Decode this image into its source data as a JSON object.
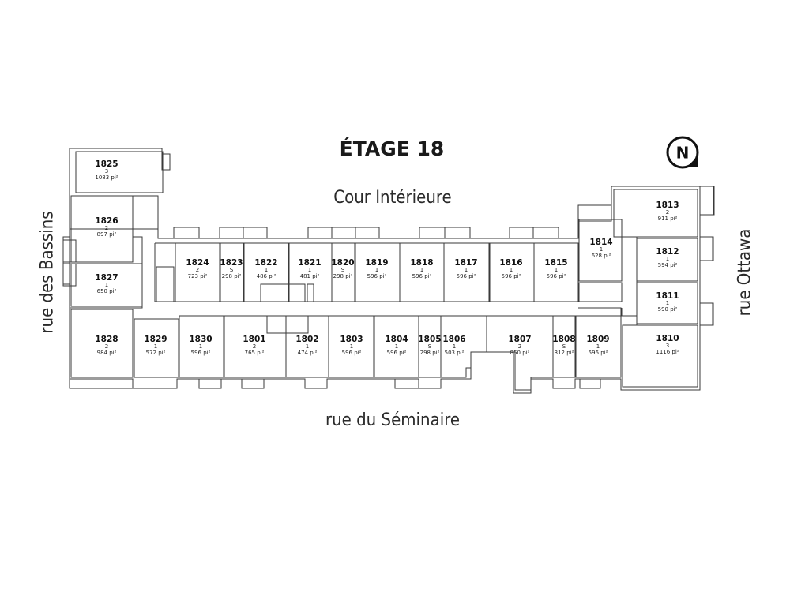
{
  "floor_title": "ÉTAGE 18",
  "streets": {
    "top": "Cour Intérieure",
    "bottom": "rue du Séminaire",
    "left": "rue des Bassins",
    "right": "rue Ottawa"
  },
  "compass_label": "N",
  "units": [
    {
      "num": "1825",
      "type": "3",
      "area": "1083 pi²"
    },
    {
      "num": "1826",
      "type": "2",
      "area": "897 pi²"
    },
    {
      "num": "1827",
      "type": "1",
      "area": "650 pi²"
    },
    {
      "num": "1828",
      "type": "2",
      "area": "984 pi²"
    },
    {
      "num": "1824",
      "type": "2",
      "area": "723 pi²"
    },
    {
      "num": "1823",
      "type": "S",
      "area": "298 pi²"
    },
    {
      "num": "1822",
      "type": "1",
      "area": "486 pi²"
    },
    {
      "num": "1821",
      "type": "1",
      "area": "481 pi²"
    },
    {
      "num": "1820",
      "type": "S",
      "area": "298 pi²"
    },
    {
      "num": "1819",
      "type": "1",
      "area": "596 pi²"
    },
    {
      "num": "1818",
      "type": "1",
      "area": "596 pi²"
    },
    {
      "num": "1817",
      "type": "1",
      "area": "596 pi²"
    },
    {
      "num": "1816",
      "type": "1",
      "area": "596 pi²"
    },
    {
      "num": "1815",
      "type": "1",
      "area": "596 pi²"
    },
    {
      "num": "1814",
      "type": "1",
      "area": "628 pi²"
    },
    {
      "num": "1813",
      "type": "2",
      "area": "911 pi²"
    },
    {
      "num": "1812",
      "type": "1",
      "area": "594 pi²"
    },
    {
      "num": "1811",
      "type": "1",
      "area": "590 pi²"
    },
    {
      "num": "1810",
      "type": "3",
      "area": "1116 pi²"
    },
    {
      "num": "1829",
      "type": "1",
      "area": "572 pi²"
    },
    {
      "num": "1830",
      "type": "1",
      "area": "596 pi²"
    },
    {
      "num": "1801",
      "type": "2",
      "area": "765 pi²"
    },
    {
      "num": "1802",
      "type": "1",
      "area": "474 pi²"
    },
    {
      "num": "1803",
      "type": "1",
      "area": "596 pi²"
    },
    {
      "num": "1804",
      "type": "1",
      "area": "596 pi²"
    },
    {
      "num": "1805",
      "type": "S",
      "area": "298 pi²"
    },
    {
      "num": "1806",
      "type": "1",
      "area": "503 pi²"
    },
    {
      "num": "1807",
      "type": "2",
      "area": "850 pi²"
    },
    {
      "num": "1808",
      "type": "S",
      "area": "312 pi²"
    },
    {
      "num": "1809",
      "type": "1",
      "area": "596 pi²"
    }
  ]
}
